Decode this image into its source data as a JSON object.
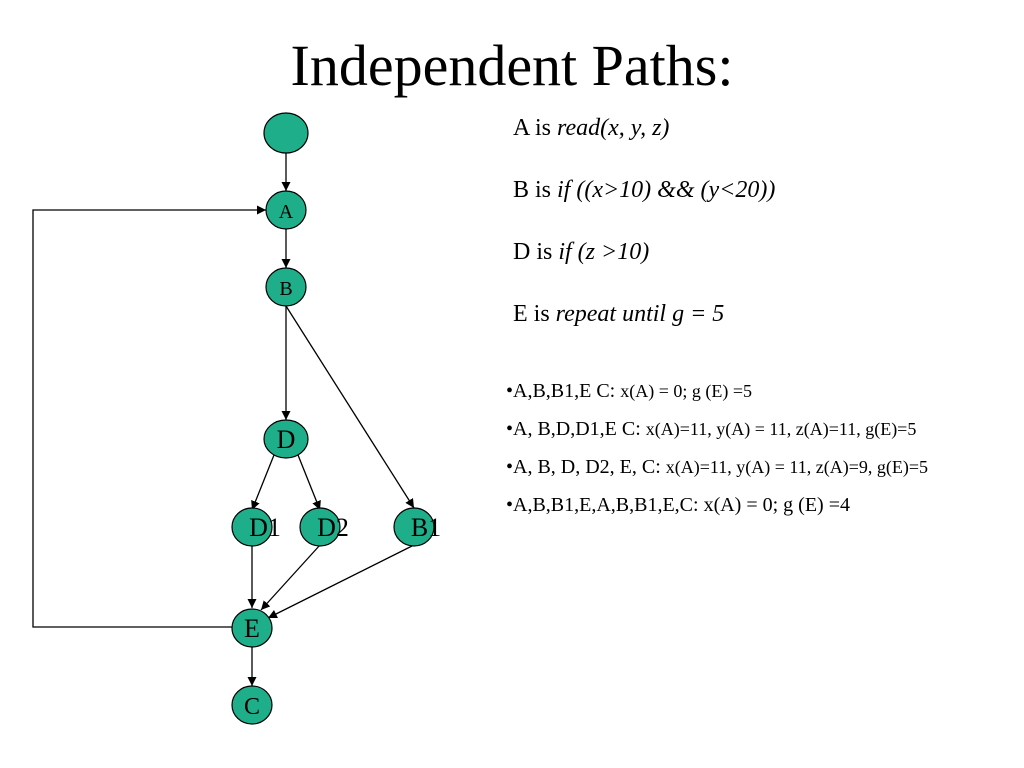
{
  "title": "Independent Paths:",
  "colors": {
    "node_fill": "#1fae8a",
    "stroke": "#000000"
  },
  "graph": {
    "nodes": [
      {
        "id": "start",
        "label": ""
      },
      {
        "id": "A",
        "label": "A"
      },
      {
        "id": "B",
        "label": "B"
      },
      {
        "id": "D",
        "label": "D"
      },
      {
        "id": "D1",
        "label": "D1"
      },
      {
        "id": "D2",
        "label": "D2"
      },
      {
        "id": "B1",
        "label": "B1"
      },
      {
        "id": "E",
        "label": "E"
      },
      {
        "id": "C",
        "label": "C"
      }
    ],
    "edges": [
      {
        "from": "start",
        "to": "A"
      },
      {
        "from": "A",
        "to": "B"
      },
      {
        "from": "B",
        "to": "D"
      },
      {
        "from": "B",
        "to": "B1"
      },
      {
        "from": "D",
        "to": "D1"
      },
      {
        "from": "D",
        "to": "D2"
      },
      {
        "from": "D1",
        "to": "E"
      },
      {
        "from": "D2",
        "to": "E"
      },
      {
        "from": "B1",
        "to": "E"
      },
      {
        "from": "E",
        "to": "C"
      },
      {
        "from": "E",
        "to": "A",
        "kind": "loop-back"
      }
    ]
  },
  "definitions": [
    {
      "lead": "A is ",
      "code": "read(x, y, z)"
    },
    {
      "lead": "B is ",
      "code": "if ((x>10) && (y<20))"
    },
    {
      "lead": "D is ",
      "code": "if (z >10)"
    },
    {
      "lead": "E is ",
      "code": "repeat until g = 5"
    }
  ],
  "paths": [
    {
      "path": "•A,B,B1,E C:",
      "values": "x(A) = 0; g (E) =5"
    },
    {
      "path": "•A, B,D,D1,E C:",
      "values": "x(A)=11, y(A) = 11, z(A)=11, g(E)=5"
    },
    {
      "path": "•A, B, D, D2, E, C:",
      "values": "x(A)=11, y(A) = 11, z(A)=9, g(E)=5"
    },
    {
      "path": "•A,B,B1,E,A,B,B1,E,C:",
      "values": "x(A) = 0; g (E) =4"
    }
  ]
}
